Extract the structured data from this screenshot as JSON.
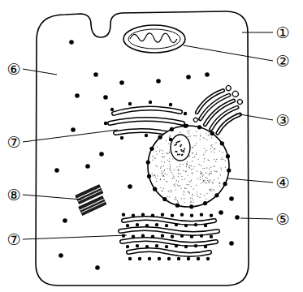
{
  "diagram": {
    "labels": [
      "①",
      "②",
      "⑥",
      "③",
      "⑦",
      "④",
      "⑧",
      "⑤",
      "⑦"
    ]
  }
}
